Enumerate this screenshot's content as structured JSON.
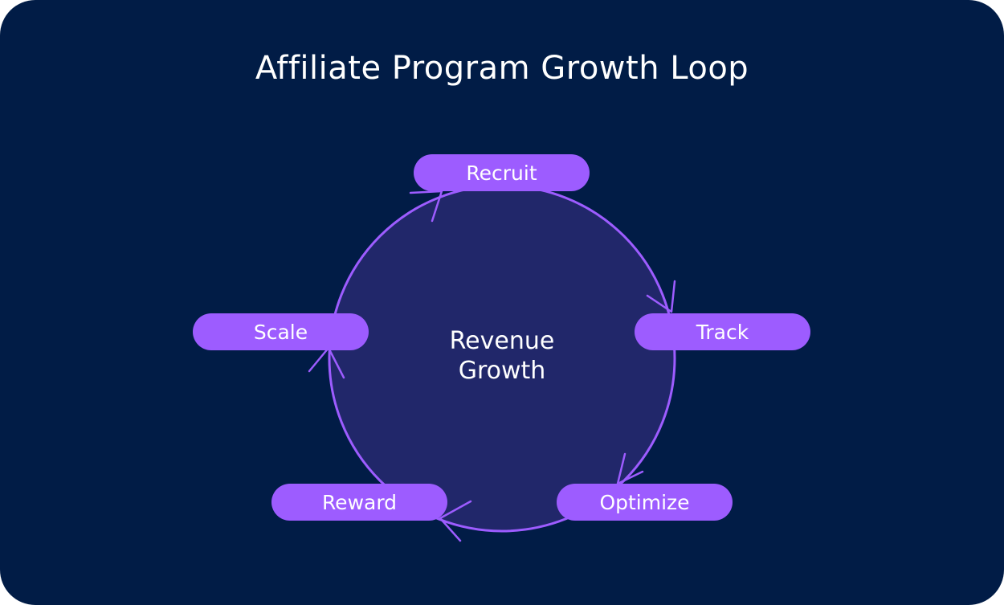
{
  "diagram": {
    "title": "Affiliate Program Growth Loop",
    "center": {
      "line1": "Revenue",
      "line2": "Growth"
    },
    "nodes": [
      {
        "id": "recruit",
        "label": "Recruit"
      },
      {
        "id": "track",
        "label": "Track"
      },
      {
        "id": "optimize",
        "label": "Optimize"
      },
      {
        "id": "reward",
        "label": "Reward"
      },
      {
        "id": "scale",
        "label": "Scale"
      }
    ],
    "colors": {
      "background": "#011c46",
      "circle_fill": "#21276a",
      "accent": "#9d5cff",
      "text": "#ffffff"
    }
  }
}
